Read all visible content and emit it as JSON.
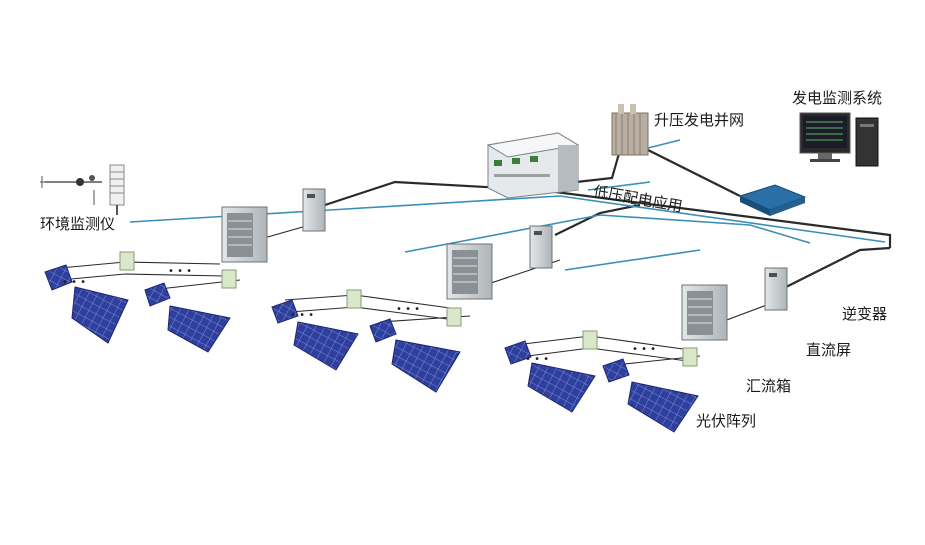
{
  "labels": {
    "grid_connection": "升压发电并网",
    "monitoring_system": "发电监测系统",
    "env_monitor": "环境监测仪",
    "low_voltage": "低压配电应用",
    "inverter": "逆变器",
    "dc_panel": "直流屏",
    "combiner_box": "汇流箱",
    "pv_array": "光伏阵列"
  },
  "ellipsis": "• • •",
  "colors": {
    "black_line": "#2a2a2a",
    "blue_line": "#3a8fb7",
    "panel_blue": "#2f3f9e",
    "panel_dark": "#1d2670",
    "cabinet_gray": "#cfd3d6",
    "combiner_green": "#d9e8c8"
  }
}
